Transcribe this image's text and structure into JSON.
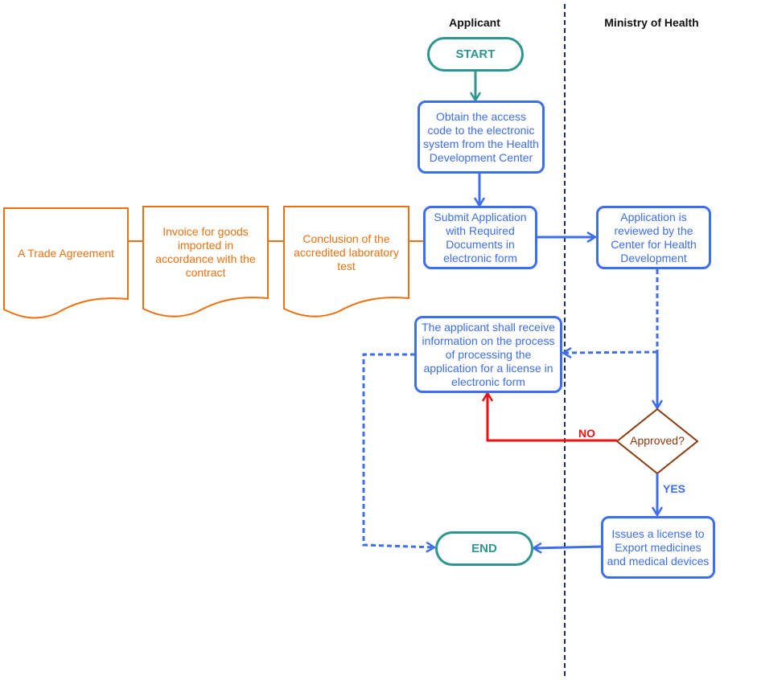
{
  "lanes": {
    "applicant": "Applicant",
    "ministry": "Ministry of Health"
  },
  "nodes": {
    "start": "START",
    "obtain_code": "Obtain the access code to the electronic system from the Health Development Center",
    "submit_application": "Submit Application with Required Documents in electronic form",
    "reviewed": "Application is reviewed by the Center for Health Development",
    "receive_info": "The applicant shall receive information on the process of processing the  application for a license in electronic form",
    "decision": "Approved?",
    "issue_license": "Issues a license to Export medicines and medical devices",
    "end": "END"
  },
  "documents": [
    "A Trade Agreement",
    "Invoice for goods imported in accordance with the contract",
    "Conclusion of the accredited laboratory test"
  ],
  "edge_labels": {
    "no": "NO",
    "yes": "YES"
  },
  "colors": {
    "process": "#3d6ef0",
    "terminal": "#2e9690",
    "document": "#f07010",
    "decision": "#8b3a0e",
    "no_path": "#ee1111",
    "lane_divider": "#1c2f6e"
  }
}
